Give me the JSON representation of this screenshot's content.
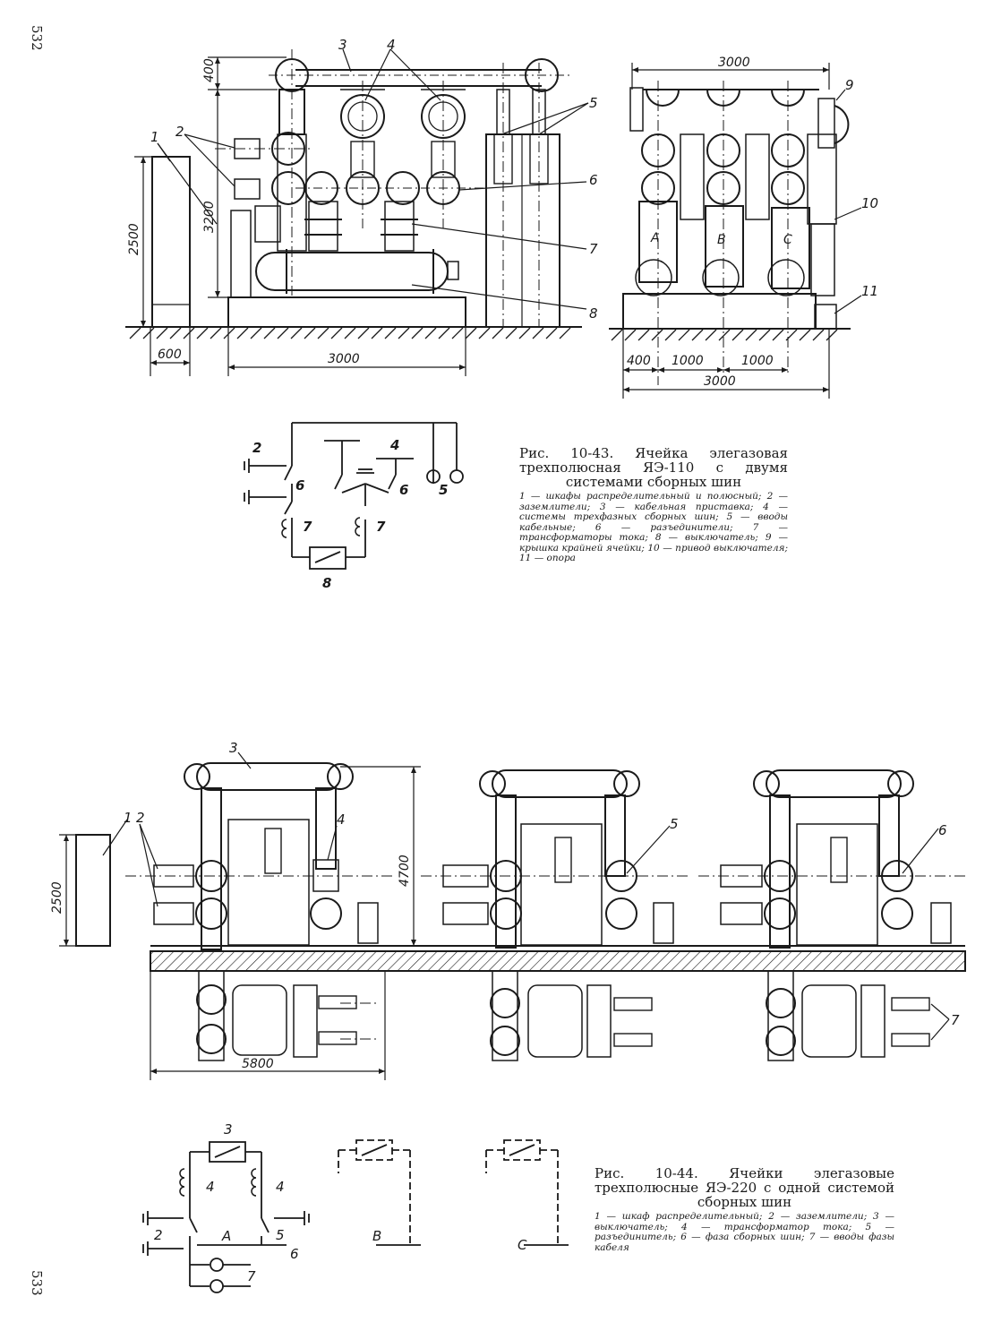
{
  "page_numbers": {
    "top": "532",
    "bottom": "533"
  },
  "fig1": {
    "caption_title": "Рис. 10-43. Ячейка элегазовая трехполюсная ЯЭ-110 с двумя системами сборных шин",
    "caption_legend": "1 — шкафы распределительный и полюсный; 2 — заземлители; 3 — кабельная приставка; 4 — системы трехфазных сборных шин; 5 — вводы кабельные; 6 — разъединители; 7 — трансформаторы тока; 8 — выключатель; 9 — крышка крайней ячейки; 10 — привод выключателя; 11 — опора",
    "dims": {
      "d400_top": "400",
      "d3200": "3200",
      "d2500": "2500",
      "d600": "600",
      "d3000_base": "3000",
      "d3000_side_top": "3000",
      "d400_side": "400",
      "d1000_a": "1000",
      "d1000_b": "1000",
      "d3000_side_bottom": "3000"
    },
    "callouts": {
      "c1": "1",
      "c2": "2",
      "c3": "3",
      "c4": "4",
      "c5": "5",
      "c6": "6",
      "c7": "7",
      "c8": "8",
      "c9": "9",
      "c10": "10",
      "c11": "11"
    },
    "phases": {
      "a": "A",
      "b": "B",
      "c": "C"
    },
    "schema": {
      "s2": "2",
      "s4": "4",
      "s6a": "6",
      "s6b": "6",
      "s5": "5",
      "s7a": "7",
      "s7b": "7",
      "s8": "8"
    }
  },
  "fig2": {
    "caption_title": "Рис. 10-44. Ячейки элегазовые трехполюсные ЯЭ-220 с одной системой сборных шин",
    "caption_legend": "1 — шкаф распределительный; 2 — заземлители; 3 — выключатель; 4 — трансформатор тока; 5 — разъединитель; 6 — фаза сборных шин; 7 — вводы фазы кабеля",
    "dims": {
      "d2500": "2500",
      "d4700": "4700",
      "d5800": "5800"
    },
    "callouts": {
      "c1": "1",
      "c2": "2",
      "c3": "3",
      "c4": "4",
      "c5": "5",
      "c6": "6",
      "c7": "7"
    },
    "schema": {
      "s3": "3",
      "s4a": "4",
      "s4b": "4",
      "s2": "2",
      "s5": "5",
      "s6": "6",
      "s7": "7",
      "phase_a": "A",
      "phase_b": "B",
      "phase_c": "C"
    }
  }
}
